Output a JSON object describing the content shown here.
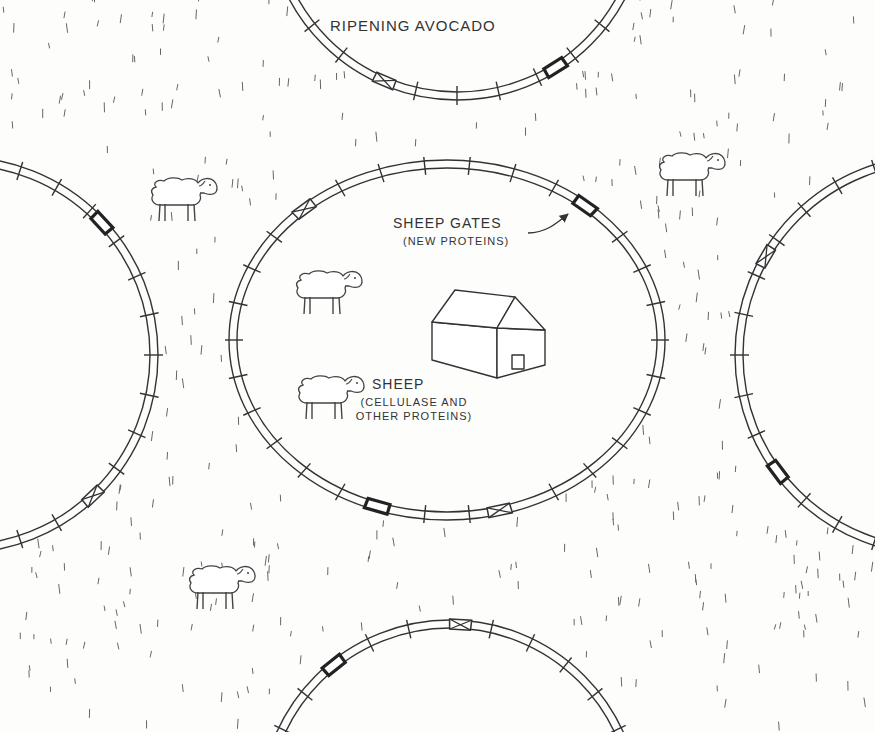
{
  "diagram": {
    "title": "RIPENING AVOCADO",
    "nodes": [
      {
        "text": [
          "SHEEP",
          "(CELLULASE AND OTHER PROTEINS)"
        ]
      }
    ],
    "labels": [
      "SHEEP GATES",
      "(NEW PROTEINS)"
    ]
  }
}
